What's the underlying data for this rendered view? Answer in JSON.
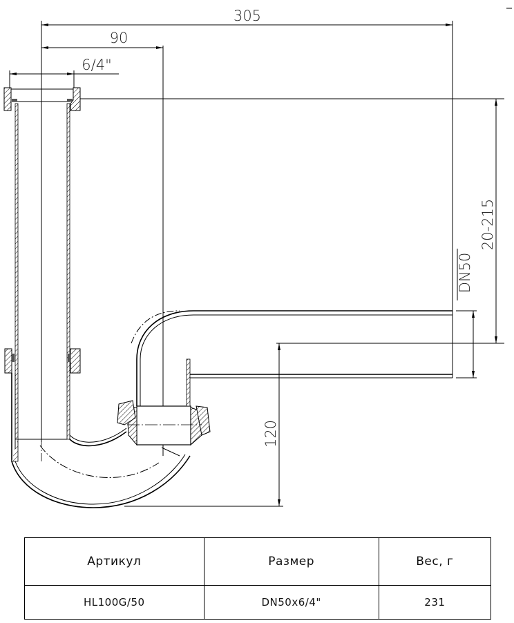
{
  "drawing": {
    "dimensions": {
      "overall_length": "305",
      "offset": "90",
      "thread": "6/4\"",
      "height_range": "20-215",
      "pipe_size": "DN50",
      "trap_depth": "120"
    }
  },
  "table": {
    "headers": [
      "Артикул",
      "Размер",
      "Вес, г"
    ],
    "rows": [
      [
        "HL100G/50",
        "DN50x6/4\"",
        "231"
      ]
    ]
  }
}
